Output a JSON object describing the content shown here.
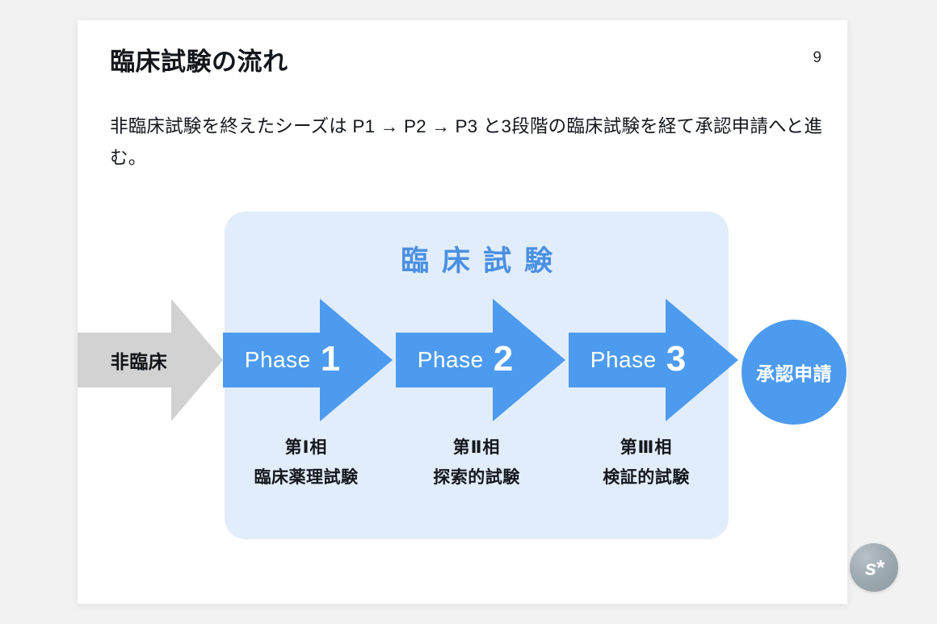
{
  "slide": {
    "title": "臨床試験の流れ",
    "page_number": "9",
    "body": "非臨床試験を終えたシーズは P1 → P2 → P3 と3段階の臨床試験を経て承認申請へと進む。"
  },
  "diagram": {
    "panel_heading": "臨床試験",
    "preclinical": {
      "label": "非臨床",
      "color": "#d2d2d2"
    },
    "phases": [
      {
        "word": "Phase",
        "number": "1",
        "caption_line1": "第Ⅰ相",
        "caption_line2": "臨床薬理試験",
        "color": "#4d9bef"
      },
      {
        "word": "Phase",
        "number": "2",
        "caption_line1": "第Ⅱ相",
        "caption_line2": "探索的試験",
        "color": "#4d9bef"
      },
      {
        "word": "Phase",
        "number": "3",
        "caption_line1": "第Ⅲ相",
        "caption_line2": "検証的試験",
        "color": "#4d9bef"
      }
    ],
    "approval": {
      "label": "承認申請",
      "color": "#4d9bef"
    },
    "panel_color": "#e2edfb",
    "accent_color": "#4a90e2"
  },
  "branding": {
    "badge_text": "s*"
  }
}
